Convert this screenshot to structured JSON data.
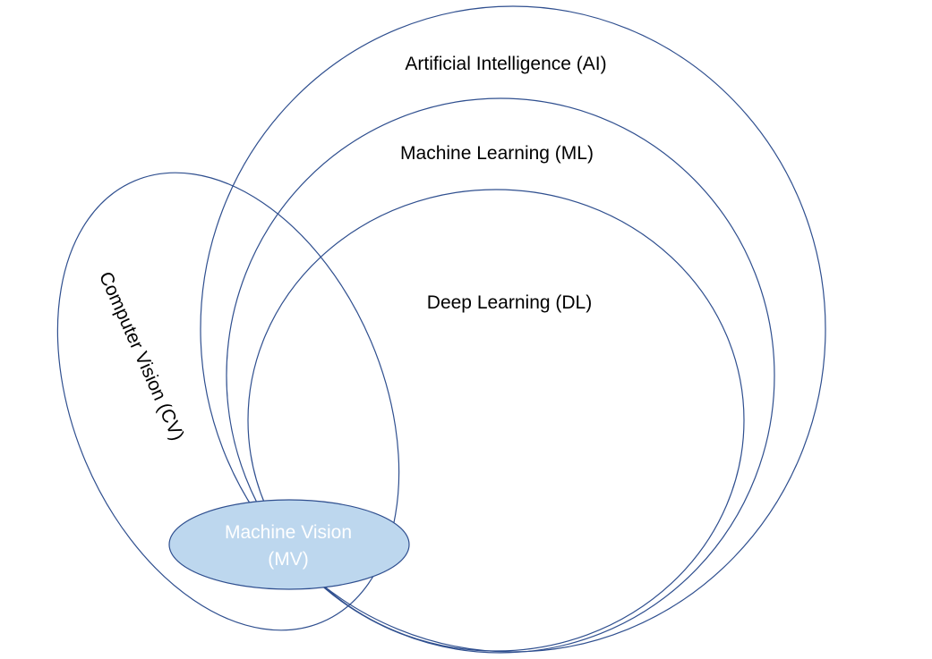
{
  "diagram": {
    "type": "nested-venn",
    "sets": {
      "ai": {
        "label": "Artificial Intelligence (AI)"
      },
      "ml": {
        "label": "Machine Learning (ML)"
      },
      "dl": {
        "label": "Deep Learning (DL)"
      },
      "cv": {
        "label": "Computer Vision (CV)"
      },
      "mv": {
        "label_line1": "Machine Vision",
        "label_line2": "(MV)"
      }
    },
    "colors": {
      "outline": "#2f4f8f",
      "mv_fill": "#bdd7ee",
      "mv_text": "#ffffff",
      "text": "#000000"
    }
  }
}
